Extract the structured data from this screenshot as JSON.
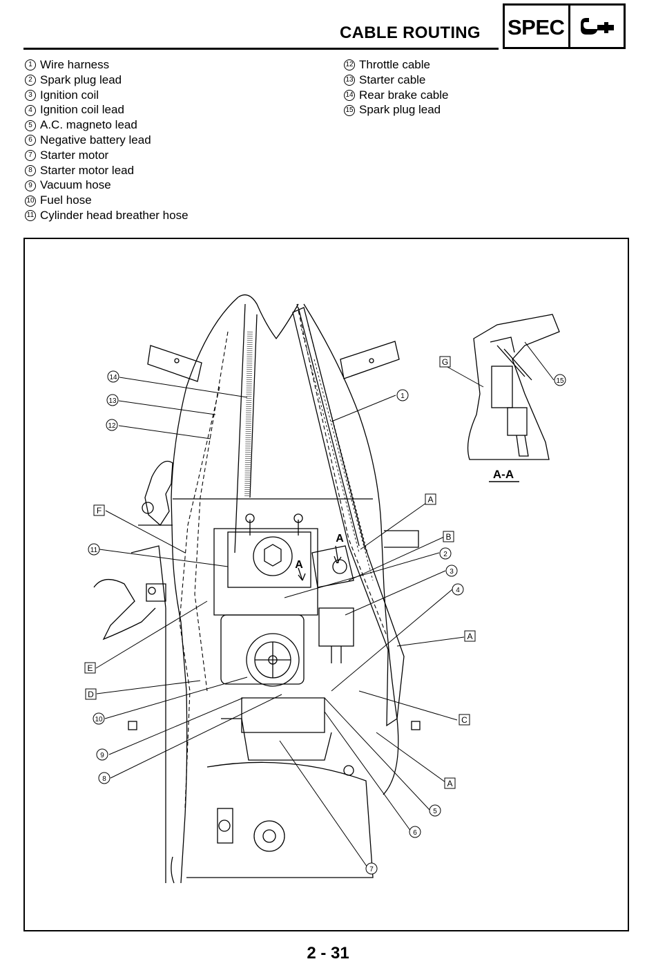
{
  "header": {
    "title": "CABLE ROUTING",
    "badge": "SPEC"
  },
  "legend": {
    "left": [
      {
        "num": "1",
        "text": "Wire harness"
      },
      {
        "num": "2",
        "text": "Spark plug lead"
      },
      {
        "num": "3",
        "text": "Ignition coil"
      },
      {
        "num": "4",
        "text": "Ignition coil lead"
      },
      {
        "num": "5",
        "text": "A.C. magneto lead"
      },
      {
        "num": "6",
        "text": "Negative battery lead"
      },
      {
        "num": "7",
        "text": "Starter motor"
      },
      {
        "num": "8",
        "text": "Starter motor lead"
      },
      {
        "num": "9",
        "text": "Vacuum hose"
      },
      {
        "num": "10",
        "text": "Fuel hose"
      },
      {
        "num": "11",
        "text": "Cylinder head breather hose"
      }
    ],
    "right": [
      {
        "num": "12",
        "text": "Throttle cable"
      },
      {
        "num": "13",
        "text": "Starter cable"
      },
      {
        "num": "14",
        "text": "Rear brake cable"
      },
      {
        "num": "15",
        "text": "Spark plug lead"
      }
    ]
  },
  "diagram": {
    "section_label": "A-A",
    "view_marker": "A",
    "letter_callouts": [
      "A",
      "B",
      "C",
      "D",
      "E",
      "F",
      "G"
    ]
  },
  "footer": {
    "page_number": "2 - 31"
  }
}
